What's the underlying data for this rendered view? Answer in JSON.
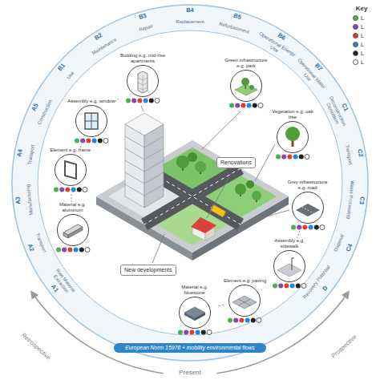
{
  "diagram": {
    "nodes": [
      {
        "text": [
          "Material e.g. aluminum"
        ]
      },
      {
        "text": [
          "Element e.g. frame"
        ]
      },
      {
        "text": [
          "Assembly e.g. window"
        ]
      },
      {
        "text": [
          "Building e.g. mid-rise apartments"
        ]
      },
      {
        "text": [
          "Green infrastructure e.g. park"
        ]
      },
      {
        "text": [
          "Vegetation e.g. oak tree"
        ]
      },
      {
        "text": [
          "Grey infrastructure e.g. road"
        ]
      },
      {
        "text": [
          "Assembly e.g. sidewalk"
        ]
      },
      {
        "text": [
          "Element e.g. paving"
        ]
      },
      {
        "text": [
          "Material e.g. bluestone"
        ]
      },
      {
        "text": [
          "Renovations"
        ]
      },
      {
        "text": [
          "New developments"
        ]
      },
      {
        "text": [
          "European Norm 15978 + mobility environmental flows"
        ]
      }
    ],
    "edges": [
      {
        "from": 0,
        "to": 1,
        "arrow": "none"
      },
      {
        "from": 1,
        "to": 2,
        "arrow": "none"
      },
      {
        "from": 2,
        "to": 3,
        "arrow": "none"
      },
      {
        "from": 4,
        "to": 5,
        "arrow": "none"
      },
      {
        "from": 6,
        "to": 7,
        "arrow": "none"
      },
      {
        "from": 7,
        "to": 8,
        "arrow": "none"
      },
      {
        "from": 8,
        "to": 9,
        "arrow": "none"
      }
    ],
    "labels": [
      "A1",
      "Raw Material Extraction",
      "A2",
      "Transport",
      "A3",
      "Manufacturing",
      "A4",
      "Transport",
      "A5",
      "Construction",
      "B1",
      "Use",
      "B2",
      "Maintenance",
      "B3",
      "Repair",
      "B4",
      "Replacement",
      "B5",
      "Refurbishment",
      "B6",
      "Operational Energy Use",
      "B7",
      "Operational Water Use",
      "C1",
      "Deconstruction Demolition",
      "C2",
      "Transport",
      "C3",
      "Waste Processing",
      "C4",
      "Disposal",
      "D",
      "Recovery Potential",
      "Retrospective",
      "Present",
      "Prospective",
      "Key"
    ],
    "legend": [
      {
        "text": "L",
        "color": "#4caf50"
      },
      {
        "text": "L",
        "color": "#8e44ad"
      },
      {
        "text": "L",
        "color": "#e53935"
      },
      {
        "text": "L",
        "color": "#1e88e5"
      },
      {
        "text": "L",
        "color": "#222222"
      },
      {
        "text": "L",
        "color": "#ffffff"
      }
    ]
  }
}
